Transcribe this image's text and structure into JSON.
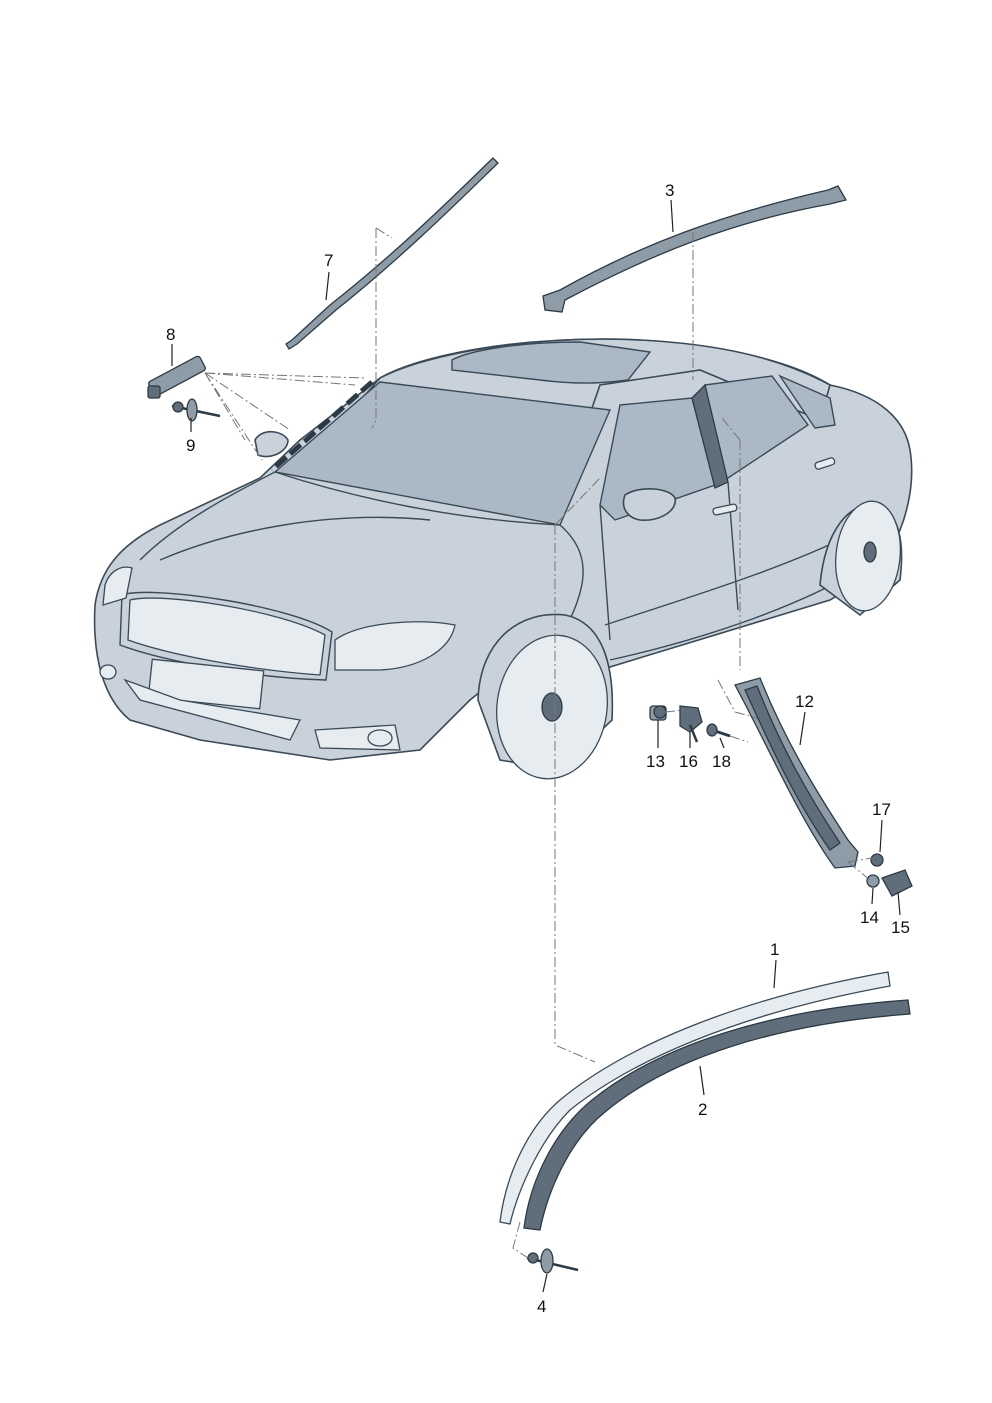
{
  "callouts": {
    "c1": "1",
    "c2": "2",
    "c3": "3",
    "c4": "4",
    "c7": "7",
    "c8": "8",
    "c9": "9",
    "c12": "12",
    "c13": "13",
    "c14": "14",
    "c15": "15",
    "c16": "16",
    "c17": "17",
    "c18": "18"
  }
}
